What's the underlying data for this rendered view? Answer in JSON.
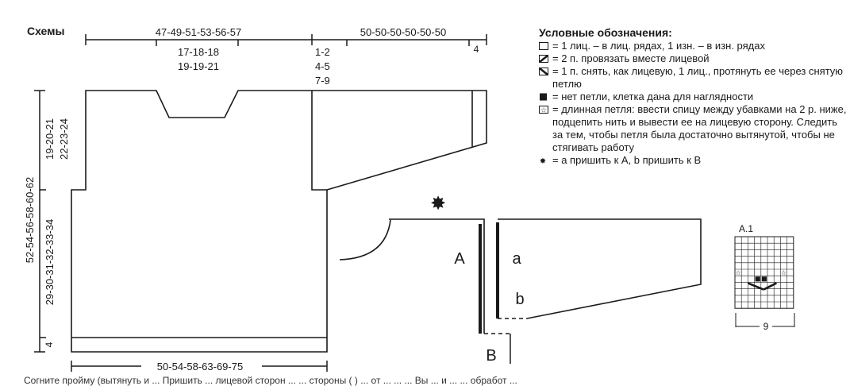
{
  "title": "Схемы",
  "legend": {
    "title": "Условные обозначения:",
    "items": [
      {
        "icon": "empty-square-icon",
        "text": "= 1 лиц. – в лиц. рядах, 1 изн. – в изн. рядах"
      },
      {
        "icon": "k2tog-icon",
        "text": "= 2 п. провязать вместе лицевой"
      },
      {
        "icon": "skpo-icon",
        "text": "= 1 п. снять, как лицевую, 1 лиц., протянуть ее через снятую петлю"
      },
      {
        "icon": "black-square-icon",
        "text": "= нет петли, клетка дана для наглядности"
      },
      {
        "icon": "star-square-icon",
        "text": "= длинная петля: ввести спицу между убавками на 2 р. ниже, подцепить нить и вывести ее на лицевую сторону. Следить за тем, чтобы петля была достаточно вытянутой, чтобы не стягивать работу"
      },
      {
        "icon": "star-icon",
        "text": "= а пришить к А, b пришить к В"
      }
    ]
  },
  "body_dims": {
    "top_width": "47-49-51-53-56-57",
    "neck_width_1": "17-18-18",
    "neck_width_2": "19-19-21",
    "bottom_width": "50-54-58-63-69-75",
    "total_height": "52-54-56-58-60-62",
    "armhole_1": "19-20-21",
    "armhole_2": "22-23-24",
    "side_1": "29-30-31-32-33-34",
    "border": "4"
  },
  "sleeve_dims": {
    "length": "50-50-50-50-50-50",
    "cuff": "4",
    "inc_1": "1-2",
    "inc_2": "4-5",
    "inc_3": "7-9"
  },
  "pieces": {
    "label_A": "A",
    "label_a": "a",
    "label_b": "b",
    "label_B": "B"
  },
  "chart": {
    "name": "A.1",
    "width": "9"
  },
  "bottom_text": "Согните пройму (вытянуть и ...            Пришить ... лицевой сторон ...               ... стороны ( ) ... от ... ... ...             Вы ... и ... ... обработ ..."
}
